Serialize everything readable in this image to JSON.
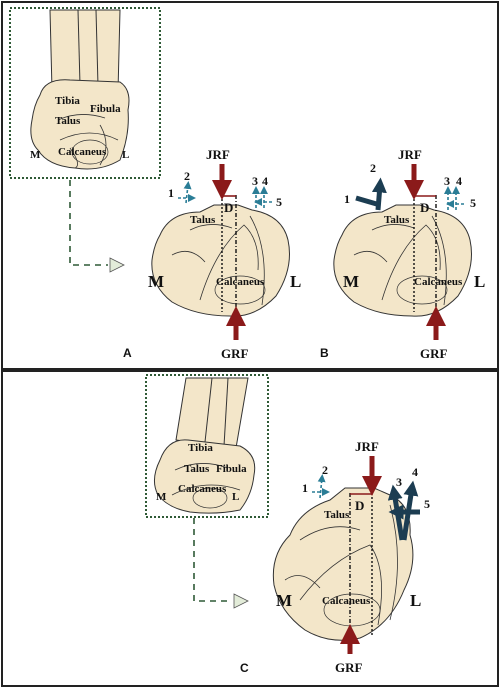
{
  "panels": {
    "A": {
      "letter": "A",
      "inset": {
        "tibia": "Tibia",
        "talus": "Talus",
        "fibula": "Fibula",
        "calcaneus": "Calcaneus",
        "medial": "M",
        "lateral": "L"
      },
      "main": {
        "jrf": "JRF",
        "grf": "GRF",
        "d": "D",
        "talus": "Talus",
        "calcaneus": "Calcaneus",
        "medial": "M",
        "lateral": "L",
        "arrows": [
          "1",
          "2",
          "3",
          "4",
          "5"
        ]
      }
    },
    "B": {
      "letter": "B",
      "main": {
        "jrf": "JRF",
        "grf": "GRF",
        "d": "D",
        "talus": "Talus",
        "calcaneus": "Calcaneus",
        "medial": "M",
        "lateral": "L",
        "arrows": [
          "1",
          "2",
          "3",
          "4",
          "5"
        ]
      }
    },
    "C": {
      "letter": "C",
      "inset": {
        "tibia": "Tibia",
        "talus": "Talus",
        "fibula": "Fibula",
        "calcaneus": "Calcaneus",
        "medial": "M",
        "lateral": "L"
      },
      "main": {
        "jrf": "JRF",
        "grf": "GRF",
        "d": "D",
        "talus": "Talus",
        "calcaneus": "Calcaneus",
        "medial": "M",
        "lateral": "L",
        "arrows": [
          "1",
          "2",
          "3",
          "4",
          "5"
        ]
      }
    }
  },
  "colors": {
    "bone": "#f3e6c9",
    "bone_stroke": "#333333",
    "force_arrow": "#8b1a1a",
    "muscle_weak": "#2a7d96",
    "muscle_strong": "#1c3d52",
    "inset_border": "#2f5a36"
  }
}
